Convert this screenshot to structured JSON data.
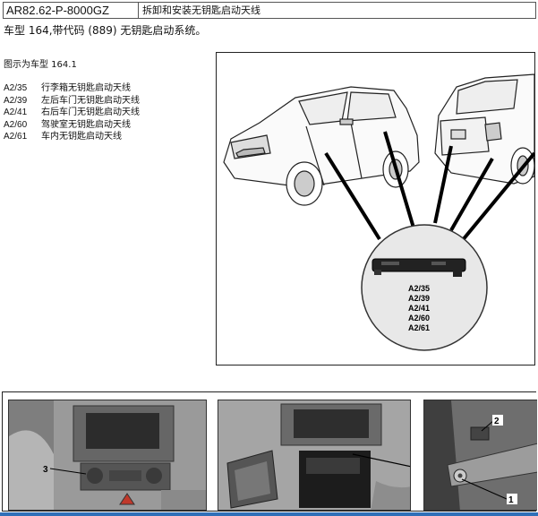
{
  "header": {
    "code": "AR82.62-P-8000GZ",
    "title": "拆卸和安装无钥匙启动天线"
  },
  "intro": "车型   164,带代码 (889) 无钥匙启动系统。",
  "caption": "图示为车型 164.1",
  "legend": [
    {
      "code": "A2/35",
      "label": "行李箱无钥匙启动天线"
    },
    {
      "code": "A2/39",
      "label": "左后车门无钥匙启动天线"
    },
    {
      "code": "A2/41",
      "label": "右后车门无钥匙启动天线"
    },
    {
      "code": "A2/60",
      "label": "驾驶室无钥匙启动天线"
    },
    {
      "code": "A2/61",
      "label": "车内无钥匙启动天线"
    }
  ],
  "figure_labels": [
    "A2/35",
    "A2/39",
    "A2/41",
    "A2/60",
    "A2/61"
  ],
  "photo_labels": {
    "photo1": "3",
    "photo3_a": "2",
    "photo3_b": "1"
  }
}
